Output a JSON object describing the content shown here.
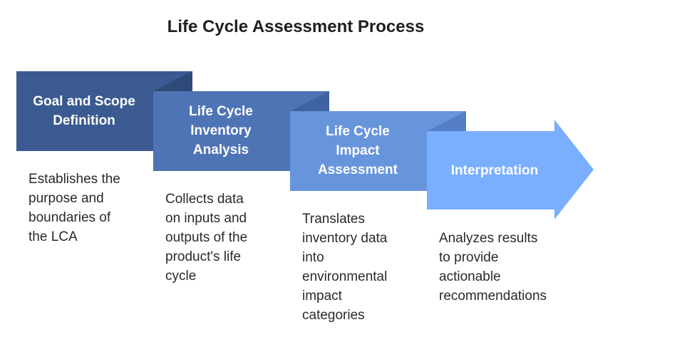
{
  "title": "Life Cycle Assessment Process",
  "colors": {
    "step1": "#3b5a91",
    "step1_fold": "#2f4a78",
    "step2": "#4f74b5",
    "step2_fold": "#3f62a0",
    "step3": "#6795dc",
    "step3_fold": "#557fc4",
    "step4": "#7aaeff"
  },
  "steps": [
    {
      "label": "Goal and Scope\nDefinition",
      "description": "Establishes the\npurpose and\nboundaries of\nthe LCA"
    },
    {
      "label": "Life Cycle\nInventory\nAnalysis",
      "description": "Collects data\non inputs and\noutputs of the\nproduct's life\ncycle"
    },
    {
      "label": "Life Cycle\nImpact\nAssessment",
      "description": "Translates\ninventory data\ninto\nenvironmental\nimpact\ncategories"
    },
    {
      "label": "Interpretation",
      "description": "Analyzes results\nto provide\nactionable\nrecommendations"
    }
  ]
}
